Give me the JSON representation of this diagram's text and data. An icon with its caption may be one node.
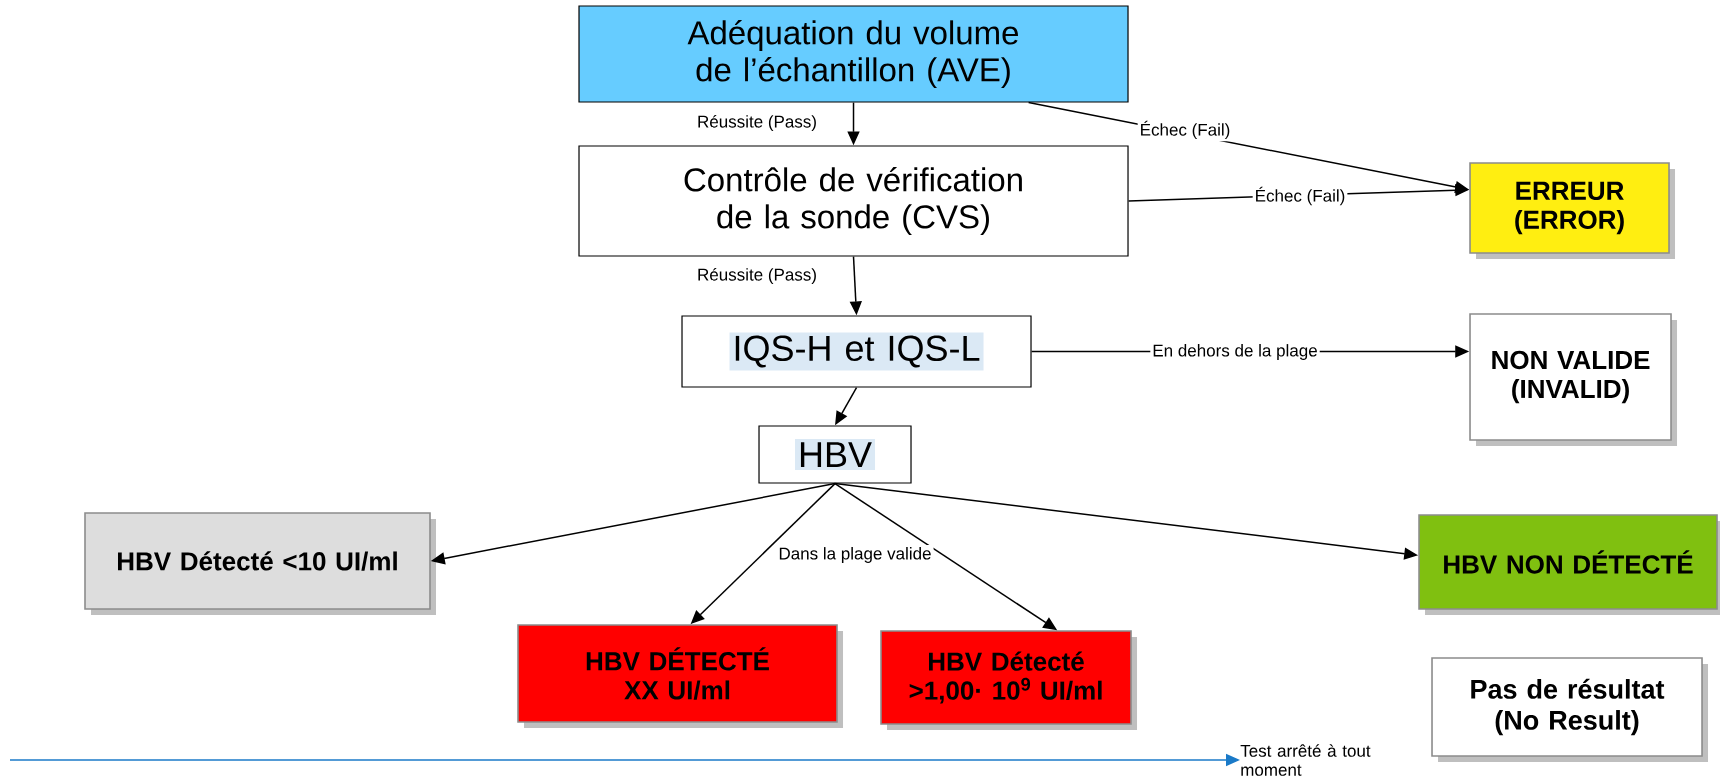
{
  "diagram": {
    "nodes": [
      {
        "text": [
          "Adéquation du volume de l’échantillon (AVE)"
        ]
      },
      {
        "text": [
          "Contrôle de vérification de la sonde (CVS)"
        ]
      },
      {
        "text": [
          "ERREUR (ERROR)"
        ]
      },
      {
        "text": [
          "IQS-H et IQS-L"
        ]
      },
      {
        "text": [
          "NON VALIDE (INVALID)"
        ]
      },
      {
        "text": [
          "HBV"
        ]
      },
      {
        "text": [
          "HBV Détecté <10 UI/ml"
        ]
      },
      {
        "text": [
          "HBV NON DÉTECTÉ"
        ]
      },
      {
        "text": [
          "HBV DÉTECTÉ XX UI/ml"
        ]
      },
      {
        "text": [
          "HBV Détecté >1,00· 10$^{9}$ UI/ml"
        ]
      },
      {
        "text": [
          "Pas de résultat (No Result)"
        ]
      },
      {
        "text": [
          "Test arrêté à tout moment"
        ]
      }
    ],
    "edges": [
      {
        "from": 0,
        "to": 1,
        "arrow": "to",
        "label": "Réussite (Pass)"
      },
      {
        "from": 0,
        "to": 2,
        "arrow": "to",
        "label": "Échec (Fail)"
      },
      {
        "from": 1,
        "to": 2,
        "arrow": "to",
        "label": "Échec (Fail)"
      },
      {
        "from": 1,
        "to": 3,
        "arrow": "to",
        "label": "Réussite (Pass)"
      },
      {
        "from": 3,
        "to": 4,
        "arrow": "to",
        "label": "En dehors de la plage"
      },
      {
        "from": 3,
        "to": 5,
        "arrow": "to"
      },
      {
        "from": 5,
        "to": 6,
        "arrow": "to"
      },
      {
        "from": 5,
        "to": 8,
        "arrow": "to",
        "label": "Dans la plage valide"
      },
      {
        "from": 5,
        "to": 9,
        "arrow": "to"
      },
      {
        "from": 5,
        "to": 7,
        "arrow": "to"
      },
      {
        "from": null,
        "to": 11,
        "arrow": "to",
        "color": "#1a7ac8"
      }
    ]
  }
}
